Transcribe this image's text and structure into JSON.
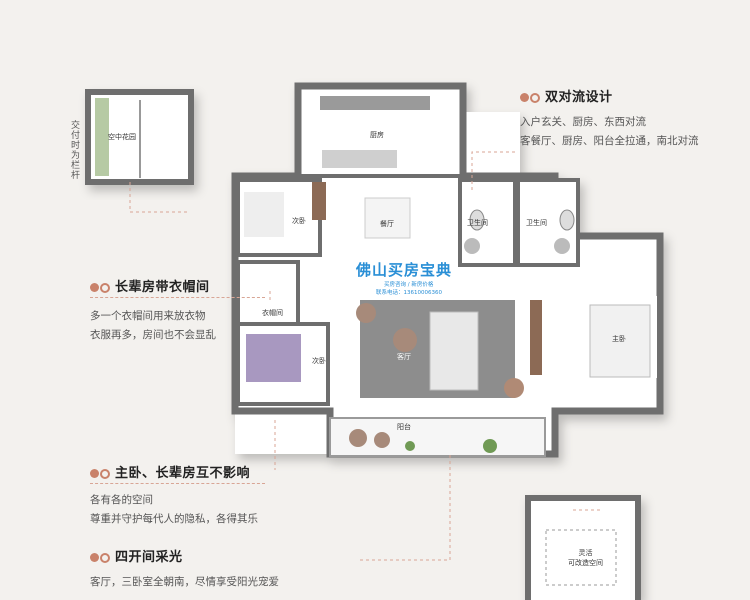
{
  "callouts": [
    {
      "title": "双对流设计",
      "lines": [
        "入户玄关、厨房、东西对流",
        "客餐厅、厨房、阳台全拉通，南北对流"
      ]
    },
    {
      "title": "长辈房带衣帽间",
      "lines": [
        "多一个衣帽间用来放衣物",
        "衣服再多，房间也不会显乱"
      ]
    },
    {
      "title": "主卧、长辈房互不影响",
      "lines": [
        "各有各的空间",
        "尊重并守护每代人的隐私，各得其乐"
      ]
    },
    {
      "title": "四开间采光",
      "lines": [
        "客厅，三卧室全朝南，尽情享受阳光宠爱"
      ]
    }
  ],
  "side_note": "交付时为栏杆",
  "rooms": {
    "garden": "空中花园",
    "kitchen": "厨房",
    "bedroom2": "次卧",
    "dining": "餐厅",
    "bath1": "卫生间",
    "bath2": "卫生间",
    "cloakroom": "衣帽间",
    "bedroom3": "次卧",
    "living": "客厅",
    "master": "主卧",
    "balcony": "阳台",
    "flex": [
      "灵活",
      "可改造空间"
    ]
  },
  "watermark": {
    "title": "佛山买房宝典",
    "line1": "买房咨询 / 新房价格",
    "line2": "联系电话：13610006360"
  },
  "colors": {
    "accent": "#c9826a",
    "wall": "#6e6e6e",
    "floor": "#ffffff",
    "rug": "#8d8d8d",
    "watermark": "#2a8fd6"
  }
}
